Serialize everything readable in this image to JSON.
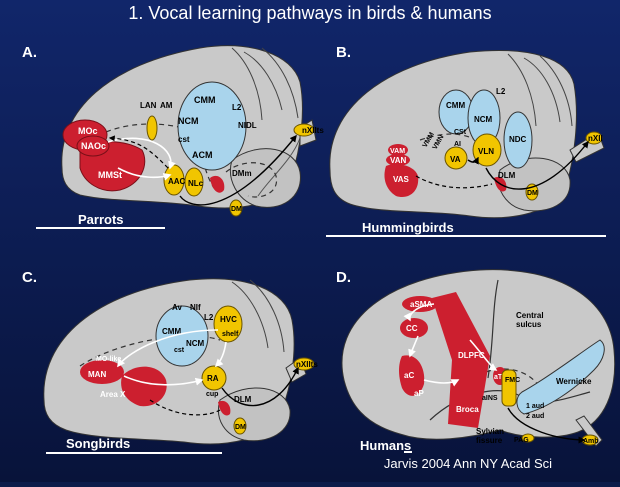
{
  "title": "1. Vocal learning pathways in birds & humans",
  "citation": "Jarvis 2004 Ann NY Acad Sci",
  "colors": {
    "background": "#0c1c4a",
    "brain": "#c9c9c9",
    "red": "#cc1f2f",
    "blue": "#a9d4ec",
    "yellow": "#f1c500",
    "text": "#ffffff"
  },
  "panels": {
    "a": {
      "letter": "A.",
      "species": "Parrots",
      "labels": {
        "moc": "MOc",
        "naoc": "NAOc",
        "mmst": "MMSt",
        "lan": "LAN",
        "am": "AM",
        "cmm": "CMM",
        "l2": "L2",
        "ncm": "NCM",
        "cst": "cst",
        "acm": "ACM",
        "nidl": "NIDL",
        "aac": "AAC",
        "nlc": "NLc",
        "dmm": "DMm",
        "dm": "DM",
        "nxii": "nXIIts"
      }
    },
    "b": {
      "letter": "B.",
      "species": "Hummingbirds",
      "labels": {
        "vam": "VAM",
        "van": "VAN",
        "vas": "VAS",
        "vmm": "VMM",
        "vmn": "VMN",
        "cmm": "CMM",
        "l2": "L2",
        "ncm": "NCM",
        "cst": "CSt",
        "ai": "AI",
        "ndc": "NDC",
        "va": "VA",
        "vln": "VLN",
        "dlm": "DLM",
        "dm": "DM",
        "nxii": "nXII"
      }
    },
    "c": {
      "letter": "C.",
      "species": "Songbirds",
      "labels": {
        "av": "Av",
        "nif": "NIf",
        "l2": "L2",
        "hvc": "HVC",
        "shelf": "shelf",
        "cmm": "CMM",
        "cst": "cst",
        "ncm": "NCM",
        "molike": "MO-like",
        "man": "MAN",
        "areax": "Area X",
        "ra": "RA",
        "cup": "cup",
        "dlm": "DLM",
        "dm": "DM",
        "nxii": "nXIIts"
      }
    },
    "d": {
      "letter": "D.",
      "species": "Humans",
      "labels": {
        "asma": "aSMA",
        "cc": "CC",
        "dlpfc": "DLPFC",
        "central_sulcus": "Central\nsulcus",
        "ac": "aC",
        "ap": "aP",
        "at": "aT",
        "fmc": "FMC",
        "ains": "aINS",
        "broca": "Broca",
        "wernicke": "Wernicke",
        "sylvian": "Sylvian\nfissure",
        "audi": "1 aud",
        "audii": "2 aud",
        "pag": "PAG",
        "amb": "Amb"
      }
    }
  }
}
